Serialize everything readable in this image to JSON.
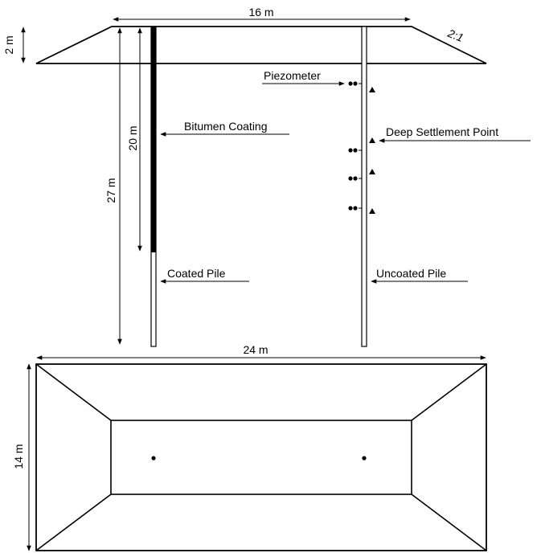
{
  "colors": {
    "ink": "#000000",
    "background": "#ffffff"
  },
  "labels": {
    "top_width": "16 m",
    "slope": "2:1",
    "height": "2 m",
    "piezometer": "Piezometer",
    "bitumen_coating": "Bitumen Coating",
    "deep_settlement_point": "Deep Settlement Point",
    "coated_length": "20 m",
    "pile_length": "27 m",
    "coated_pile": "Coated Pile",
    "uncoated_pile": "Uncoated Pile",
    "base_width": "24 m",
    "plan_width": "14 m"
  }
}
